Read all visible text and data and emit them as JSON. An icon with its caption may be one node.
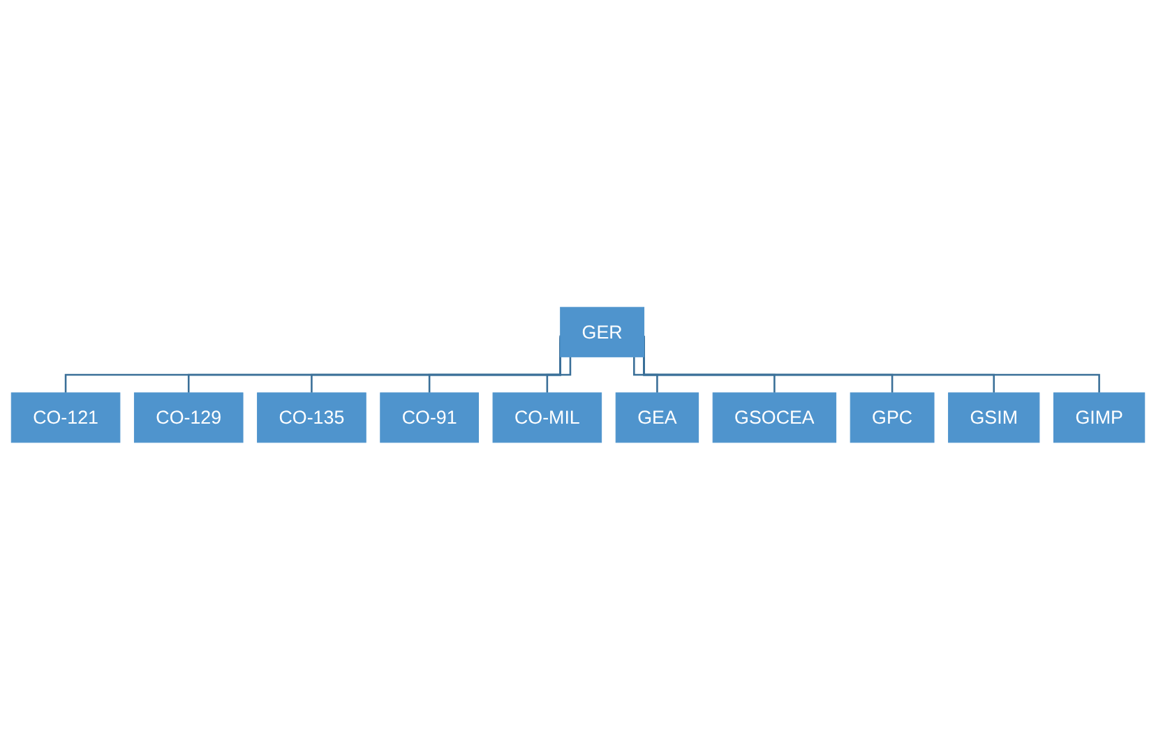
{
  "diagram": {
    "nodes": [
      {
        "text": [
          "GER"
        ]
      },
      {
        "text": [
          "CO-121"
        ]
      },
      {
        "text": [
          "CO-129"
        ]
      },
      {
        "text": [
          "CO-135"
        ]
      },
      {
        "text": [
          "CO-91"
        ]
      },
      {
        "text": [
          "CO-MIL"
        ]
      },
      {
        "text": [
          "GEA"
        ]
      },
      {
        "text": [
          "GSOCEA"
        ]
      },
      {
        "text": [
          "GPC"
        ]
      },
      {
        "text": [
          "GSIM"
        ]
      },
      {
        "text": [
          "GIMP"
        ]
      }
    ],
    "edges": [
      {
        "from": 0,
        "to": 1,
        "arrow": "none"
      },
      {
        "from": 0,
        "to": 2,
        "arrow": "none"
      },
      {
        "from": 0,
        "to": 3,
        "arrow": "none"
      },
      {
        "from": 0,
        "to": 4,
        "arrow": "none"
      },
      {
        "from": 0,
        "to": 5,
        "arrow": "none"
      },
      {
        "from": 0,
        "to": 6,
        "arrow": "none"
      },
      {
        "from": 0,
        "to": 7,
        "arrow": "none"
      },
      {
        "from": 0,
        "to": 8,
        "arrow": "none"
      },
      {
        "from": 0,
        "to": 9,
        "arrow": "none"
      },
      {
        "from": 0,
        "to": 10,
        "arrow": "none"
      }
    ]
  }
}
